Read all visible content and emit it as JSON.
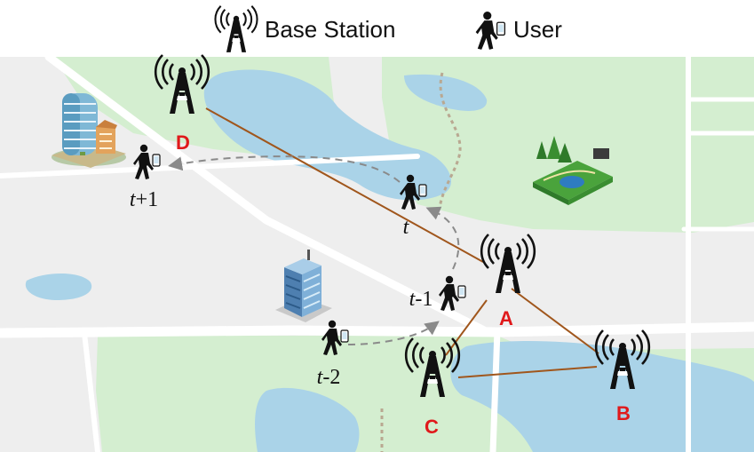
{
  "legend": {
    "base_station_label": "Base Station",
    "user_label": "User",
    "base_station_icon": "antenna-tower-icon",
    "user_icon": "walking-user-phone-icon"
  },
  "base_stations": {
    "a": "A",
    "b": "B",
    "c": "C",
    "d": "D"
  },
  "time_labels": {
    "t_plus_1": {
      "var": "t",
      "suffix": "+1"
    },
    "t": {
      "var": "t",
      "suffix": ""
    },
    "t_minus_1": {
      "var": "t",
      "suffix": "-1"
    },
    "t_minus_2": {
      "var": "t",
      "suffix": "-2"
    }
  },
  "colors": {
    "label_red": "#e0191b",
    "link_brown": "#a0561c",
    "trajectory_gray": "#8a8a8a",
    "park_green": "#d4eed0",
    "water_blue": "#aad3e8",
    "road_white": "#ffffff",
    "map_background": "#eeeeee"
  }
}
